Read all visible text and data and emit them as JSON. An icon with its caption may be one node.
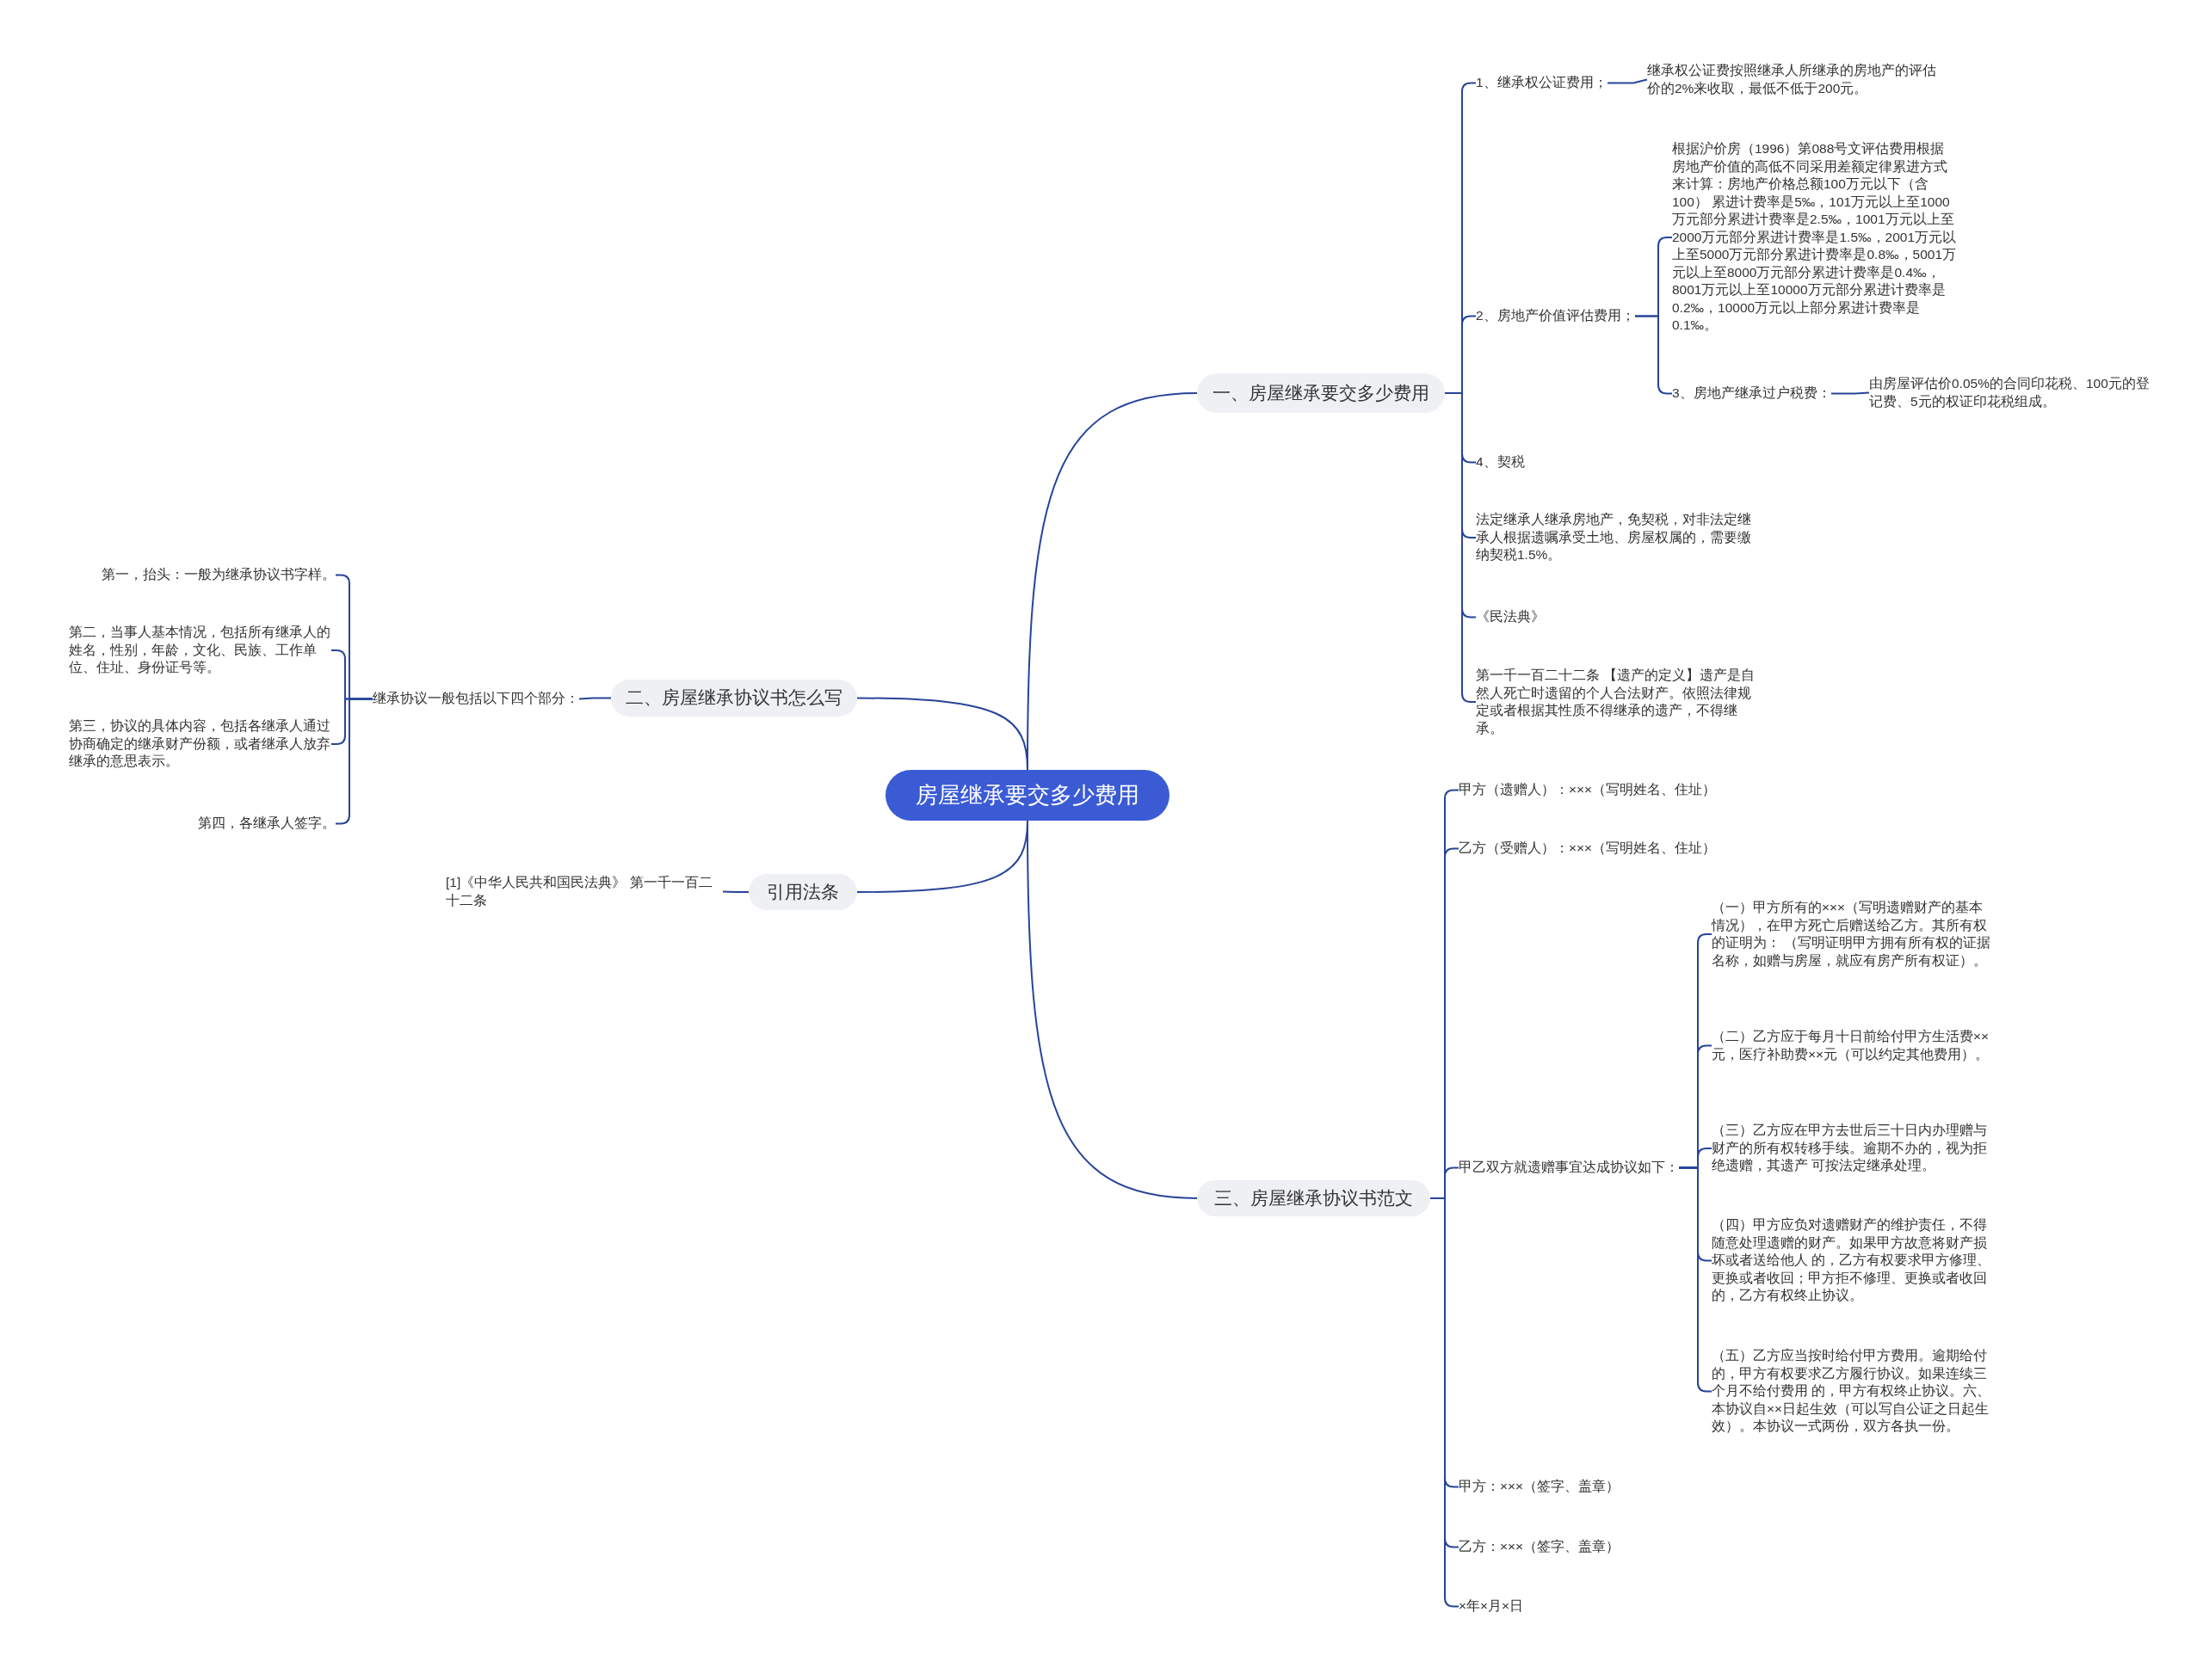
{
  "diagram": {
    "nodes": [
      {
        "text": [
          "房屋继承要交多少费用"
        ]
      },
      {
        "text": [
          "一、房屋继承要交多少费用"
        ]
      },
      {
        "text": [
          "1、继承权公证费用；"
        ]
      },
      {
        "text": [
          "继承权公证费按照继承人所继承的房地产的评估价的2%来收取，最低不低于200元。"
        ]
      },
      {
        "text": [
          "2、房地产价值评估费用；"
        ]
      },
      {
        "text": [
          "根据沪价房（1996）第088号文评估费用根据房地产价值的高低不同采用差额定律累进方式来计算：房地产价格总额100万元以下（含100） 累进计费率是5‰，101万元以上至1000万元部分累进计费率是2.5‰，1001万元以上至2000万元部分累进计费率是1.5‰，2001万元以上至5000万元部分累进计费率是0.8‰，5001万元以上至8000万元部分累进计费率是0.4‰，8001万元以上至10000万元部分累进计费率是 0.2‰，10000万元以上部分累进计费率是0.1‰。"
        ]
      },
      {
        "text": [
          "3、房地产继承过户税费："
        ]
      },
      {
        "text": [
          "由房屋评估价0.05%的合同印花税、100元的登记费、5元的权证印花税组成。"
        ]
      },
      {
        "text": [
          "4、契税"
        ]
      },
      {
        "text": [
          "法定继承人继承房地产，免契税，对非法定继承人根据遗嘱承受土地、房屋权属的，需要缴纳契税1.5%。"
        ]
      },
      {
        "text": [
          "《民法典》"
        ]
      },
      {
        "text": [
          "第一千一百二十二条 【遗产的定义】遗产是自然人死亡时遗留的个人合法财产。依照法律规定或者根据其性质不得继承的遗产，不得继承。"
        ]
      },
      {
        "text": [
          "二、房屋继承协议书怎么写"
        ]
      },
      {
        "text": [
          "继承协议一般包括以下四个部分："
        ]
      },
      {
        "text": [
          "第一，抬头：一般为继承协议书字样。"
        ]
      },
      {
        "text": [
          "第二，当事人基本情况，包括所有继承人的姓名，性别，年龄，文化、民族、工作单位、住址、身份证号等。"
        ]
      },
      {
        "text": [
          "第三，协议的具体内容，包括各继承人通过协商确定的继承财产份额，或者继承人放弃继承的意思表示。"
        ]
      },
      {
        "text": [
          "第四，各继承人签字。"
        ]
      },
      {
        "text": [
          "引用法条"
        ]
      },
      {
        "text": [
          "[1]《中华人民共和国民法典》 第一千一百二十二条"
        ]
      },
      {
        "text": [
          "三、房屋继承协议书范文"
        ]
      },
      {
        "text": [
          "甲方（遗赠人）：×××（写明姓名、住址）"
        ]
      },
      {
        "text": [
          "乙方（受赠人）：×××（写明姓名、住址）"
        ]
      },
      {
        "text": [
          "甲乙双方就遗赠事宜达成协议如下："
        ]
      },
      {
        "text": [
          "（一）甲方所有的×××（写明遗赠财产的基本情况），在甲方死亡后赠送给乙方。其所有权的证明为： （写明证明甲方拥有所有权的证据名称，如赠与房屋，就应有房产所有权证）。"
        ]
      },
      {
        "text": [
          "（二）乙方应于每月十日前给付甲方生活费××元，医疗补助费××元（可以约定其他费用）。"
        ]
      },
      {
        "text": [
          "（三）乙方应在甲方去世后三十日内办理赠与财产的所有权转移手续。逾期不办的，视为拒绝遗赠，其遗产 可按法定继承处理。"
        ]
      },
      {
        "text": [
          "（四）甲方应负对遗赠财产的维护责任，不得随意处理遗赠的财产。如果甲方故意将财产损坏或者送给他人 的，乙方有权要求甲方修理、更换或者收回；甲方拒不修理、更换或者收回的，乙方有权终止协议。"
        ]
      },
      {
        "text": [
          "（五）乙方应当按时给付甲方费用。逾期给付的，甲方有权要求乙方履行协议。如果连续三个月不给付费用 的，甲方有权终止协议。六、本协议自××日起生效（可以写自公证之日起生效）。本协议一式两份，双方各执一份。"
        ]
      },
      {
        "text": [
          "甲方：×××（签字、盖章）"
        ]
      },
      {
        "text": [
          "乙方：×××（签字、盖章）"
        ]
      },
      {
        "text": [
          "×年×月×日"
        ]
      }
    ],
    "edges": [
      {
        "from": 0,
        "to": 1,
        "arrow": "none"
      },
      {
        "from": 0,
        "to": 12,
        "arrow": "none"
      },
      {
        "from": 0,
        "to": 18,
        "arrow": "none"
      },
      {
        "from": 0,
        "to": 20,
        "arrow": "none"
      },
      {
        "from": 1,
        "to": 2,
        "arrow": "none"
      },
      {
        "from": 1,
        "to": 4,
        "arrow": "none"
      },
      {
        "from": 1,
        "to": 8,
        "arrow": "none"
      },
      {
        "from": 1,
        "to": 9,
        "arrow": "none"
      },
      {
        "from": 1,
        "to": 10,
        "arrow": "none"
      },
      {
        "from": 1,
        "to": 11,
        "arrow": "none"
      },
      {
        "from": 2,
        "to": 3,
        "arrow": "none"
      },
      {
        "from": 4,
        "to": 5,
        "arrow": "none"
      },
      {
        "from": 4,
        "to": 6,
        "arrow": "none"
      },
      {
        "from": 6,
        "to": 7,
        "arrow": "none"
      },
      {
        "from": 12,
        "to": 13,
        "arrow": "none"
      },
      {
        "from": 13,
        "to": 14,
        "arrow": "none"
      },
      {
        "from": 13,
        "to": 15,
        "arrow": "none"
      },
      {
        "from": 13,
        "to": 16,
        "arrow": "none"
      },
      {
        "from": 13,
        "to": 17,
        "arrow": "none"
      },
      {
        "from": 18,
        "to": 19,
        "arrow": "none"
      },
      {
        "from": 20,
        "to": 21,
        "arrow": "none"
      },
      {
        "from": 20,
        "to": 22,
        "arrow": "none"
      },
      {
        "from": 20,
        "to": 23,
        "arrow": "none"
      },
      {
        "from": 20,
        "to": 29,
        "arrow": "none"
      },
      {
        "from": 20,
        "to": 30,
        "arrow": "none"
      },
      {
        "from": 20,
        "to": 31,
        "arrow": "none"
      },
      {
        "from": 23,
        "to": 24,
        "arrow": "none"
      },
      {
        "from": 23,
        "to": 25,
        "arrow": "none"
      },
      {
        "from": 23,
        "to": 26,
        "arrow": "none"
      },
      {
        "from": 23,
        "to": 27,
        "arrow": "none"
      },
      {
        "from": 23,
        "to": 28,
        "arrow": "none"
      }
    ]
  }
}
